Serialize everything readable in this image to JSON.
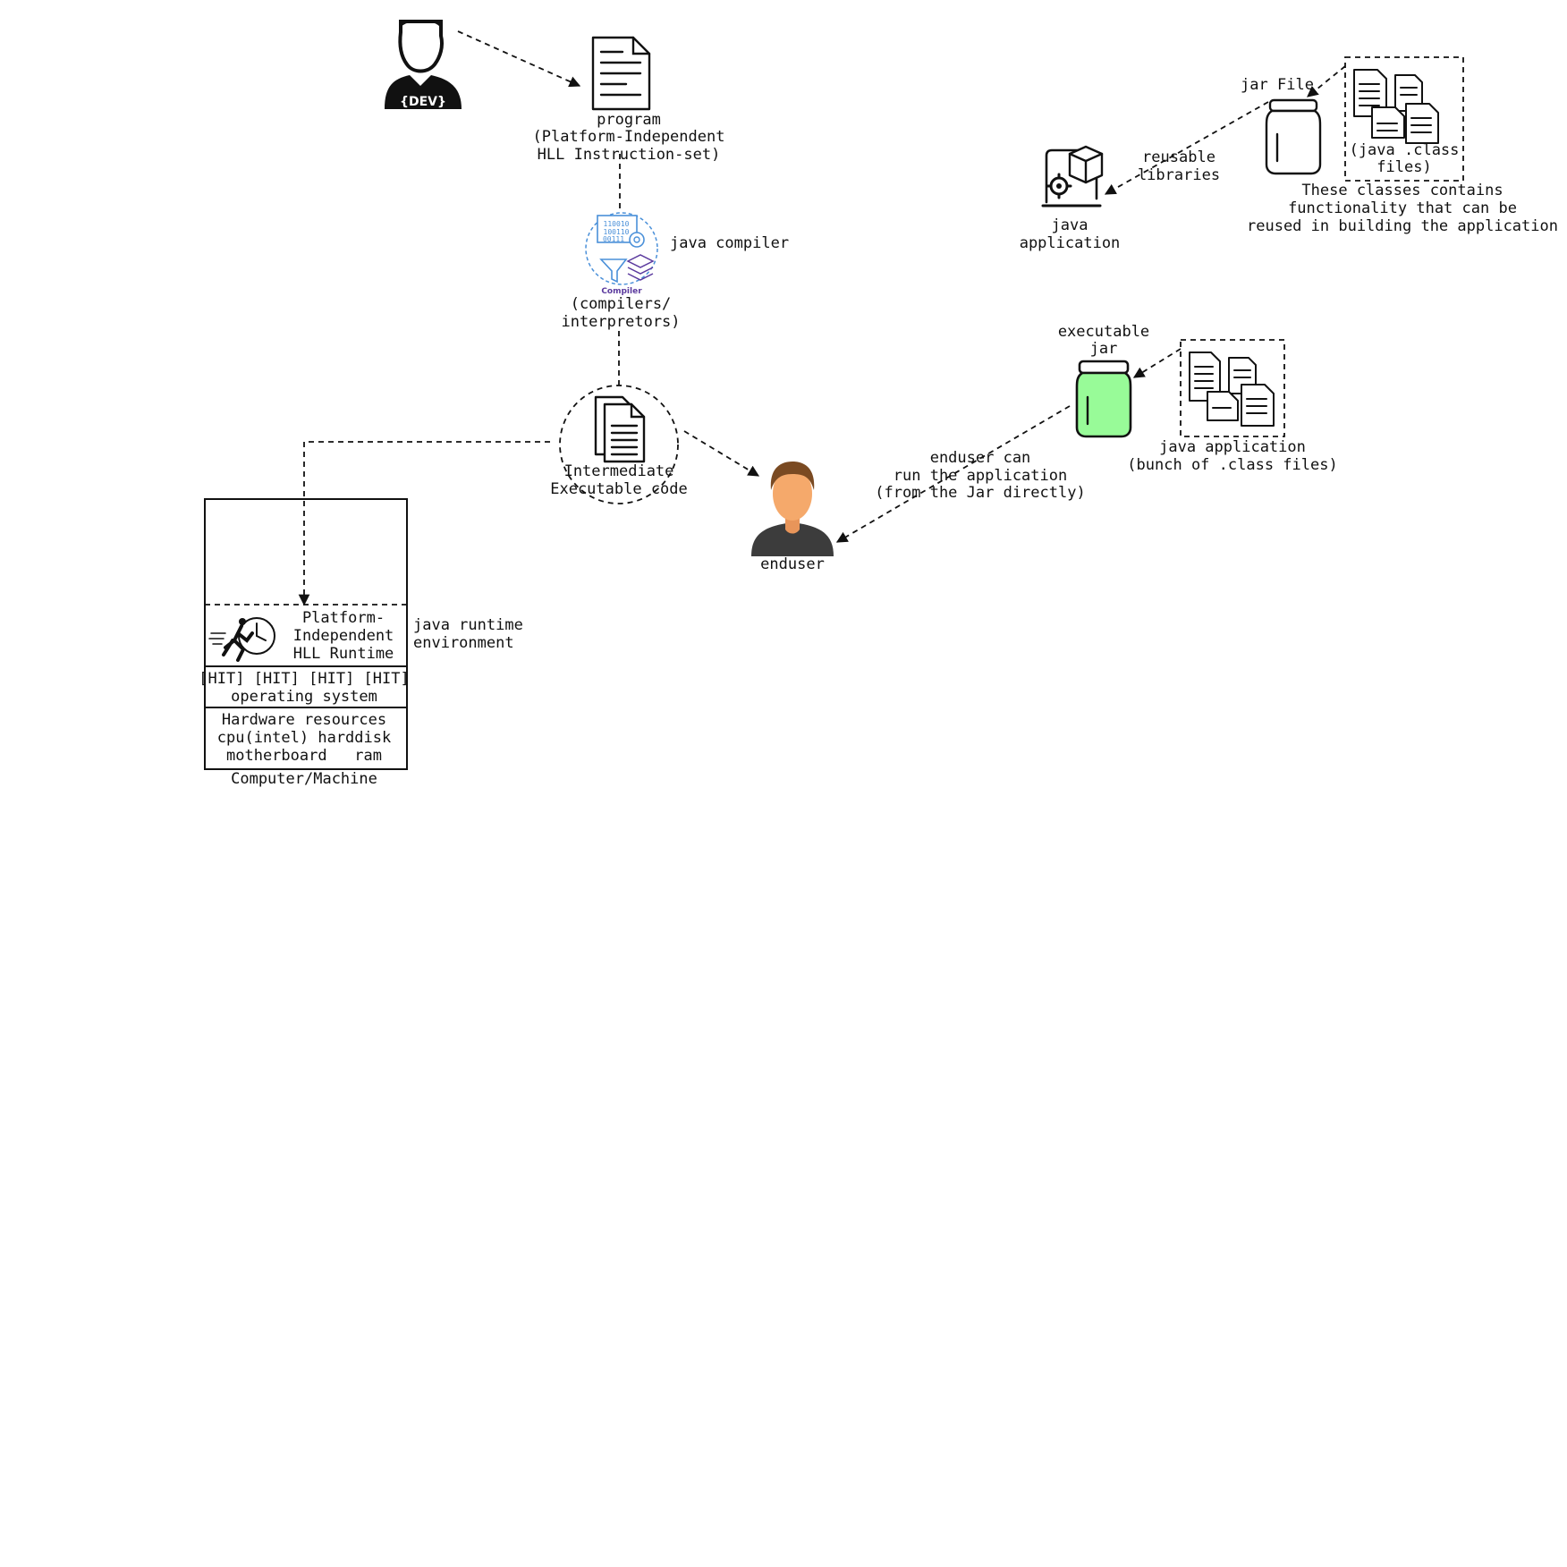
{
  "labels": {
    "dev_badge": "{DEV}",
    "program_1": "program",
    "program_2": "(Platform-Independent",
    "program_3": "HLL Instruction-set)",
    "compiler_logo": "Compiler",
    "java_compiler": "java compiler",
    "compilers_1": "(compilers/",
    "compilers_2": "interpretors)",
    "intermediate_1": "Intermediate",
    "intermediate_2": "Executable code",
    "enduser": "enduser",
    "runtime_1": "Platform-",
    "runtime_2": "Independent",
    "runtime_3": "HLL Runtime",
    "jre_1": "java runtime",
    "jre_2": "environment",
    "hit_row": "[HIT] [HIT] [HIT] [HIT]",
    "os": "operating system",
    "hw_1": "Hardware resources",
    "hw_2": "cpu(intel) harddisk",
    "hw_3": "motherboard   ram",
    "machine": "Computer/Machine",
    "jar_file": "jar File",
    "class_files_1": "(java .class",
    "class_files_2": "files)",
    "classes_note_1": "These classes contains",
    "classes_note_2": "functionality that can be",
    "classes_note_3": "reused in building the application",
    "reusable_1": "reusable",
    "reusable_2": "libraries",
    "java_app_1": "java",
    "java_app_2": "application",
    "exe_jar_1": "executable",
    "exe_jar_2": "jar",
    "enduser_can_1": "enduser can",
    "enduser_can_2": "run the application",
    "enduser_can_3": "(from the Jar directly)",
    "bunch_1": "java application",
    "bunch_2": "(bunch of .class files)"
  },
  "colors": {
    "stroke": "#111111",
    "exe_jar_fill": "#98fb98",
    "compiler_icon": "#4a90d9",
    "compiler_text": "#5b3a9e",
    "enduser_skin": "#f5a96b",
    "enduser_hair": "#7a4a22",
    "enduser_shirt": "#3c3c3c"
  },
  "icons": [
    "developer-icon",
    "document-icon",
    "compiler-icon",
    "documents-icon",
    "enduser-avatar-icon",
    "runner-clock-icon",
    "jar-icon",
    "executable-jar-icon",
    "java-application-icon",
    "class-files-icon"
  ]
}
